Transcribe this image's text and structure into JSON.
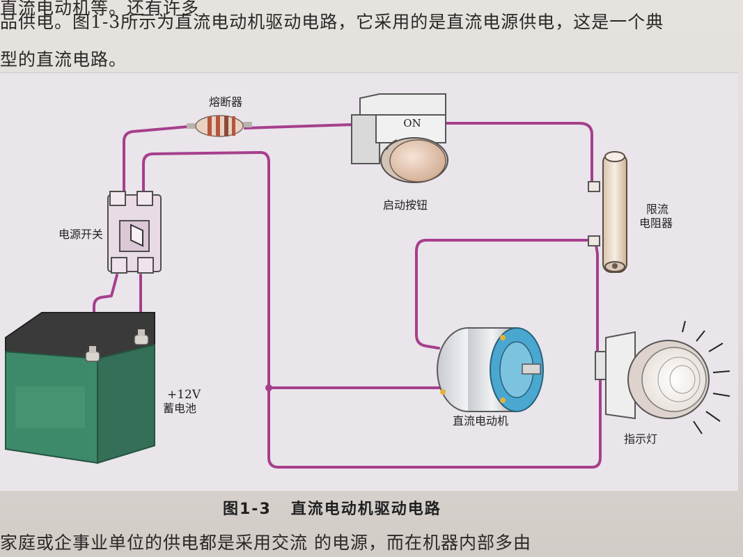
{
  "text": {
    "line1": "直流电动机等。还有许多",
    "line2": "品供电。图1-3所示为直流电动机驱动电路，它采用的是直流电源供电，这是一个典",
    "line3": "型的直流电路。",
    "bottom_line": "家庭或企事业单位的供电都是采用交流                 的电源，而在机器内部多由"
  },
  "figure": {
    "caption_number": "图1-3",
    "caption_title": "直流电动机驱动电路",
    "labels": {
      "fuse": "熔断器",
      "start_button": "启动按钮",
      "button_text": "ON",
      "power_switch": "电源开关",
      "current_resistor_line1": "限流",
      "current_resistor_line2": "电阻器",
      "battery_voltage": "+12V",
      "battery_name": "蓄电池",
      "motor": "直流电动机",
      "indicator": "指示灯"
    },
    "colors": {
      "wire": "#a63f8c",
      "paper": "#e9e5ea",
      "battery_body": "#3d8a6a",
      "battery_top": "#3a3a3a",
      "switch_body": "#e7d6e4",
      "resistor": "#f0e3d5",
      "motor_blue": "#4aa7cf"
    }
  }
}
